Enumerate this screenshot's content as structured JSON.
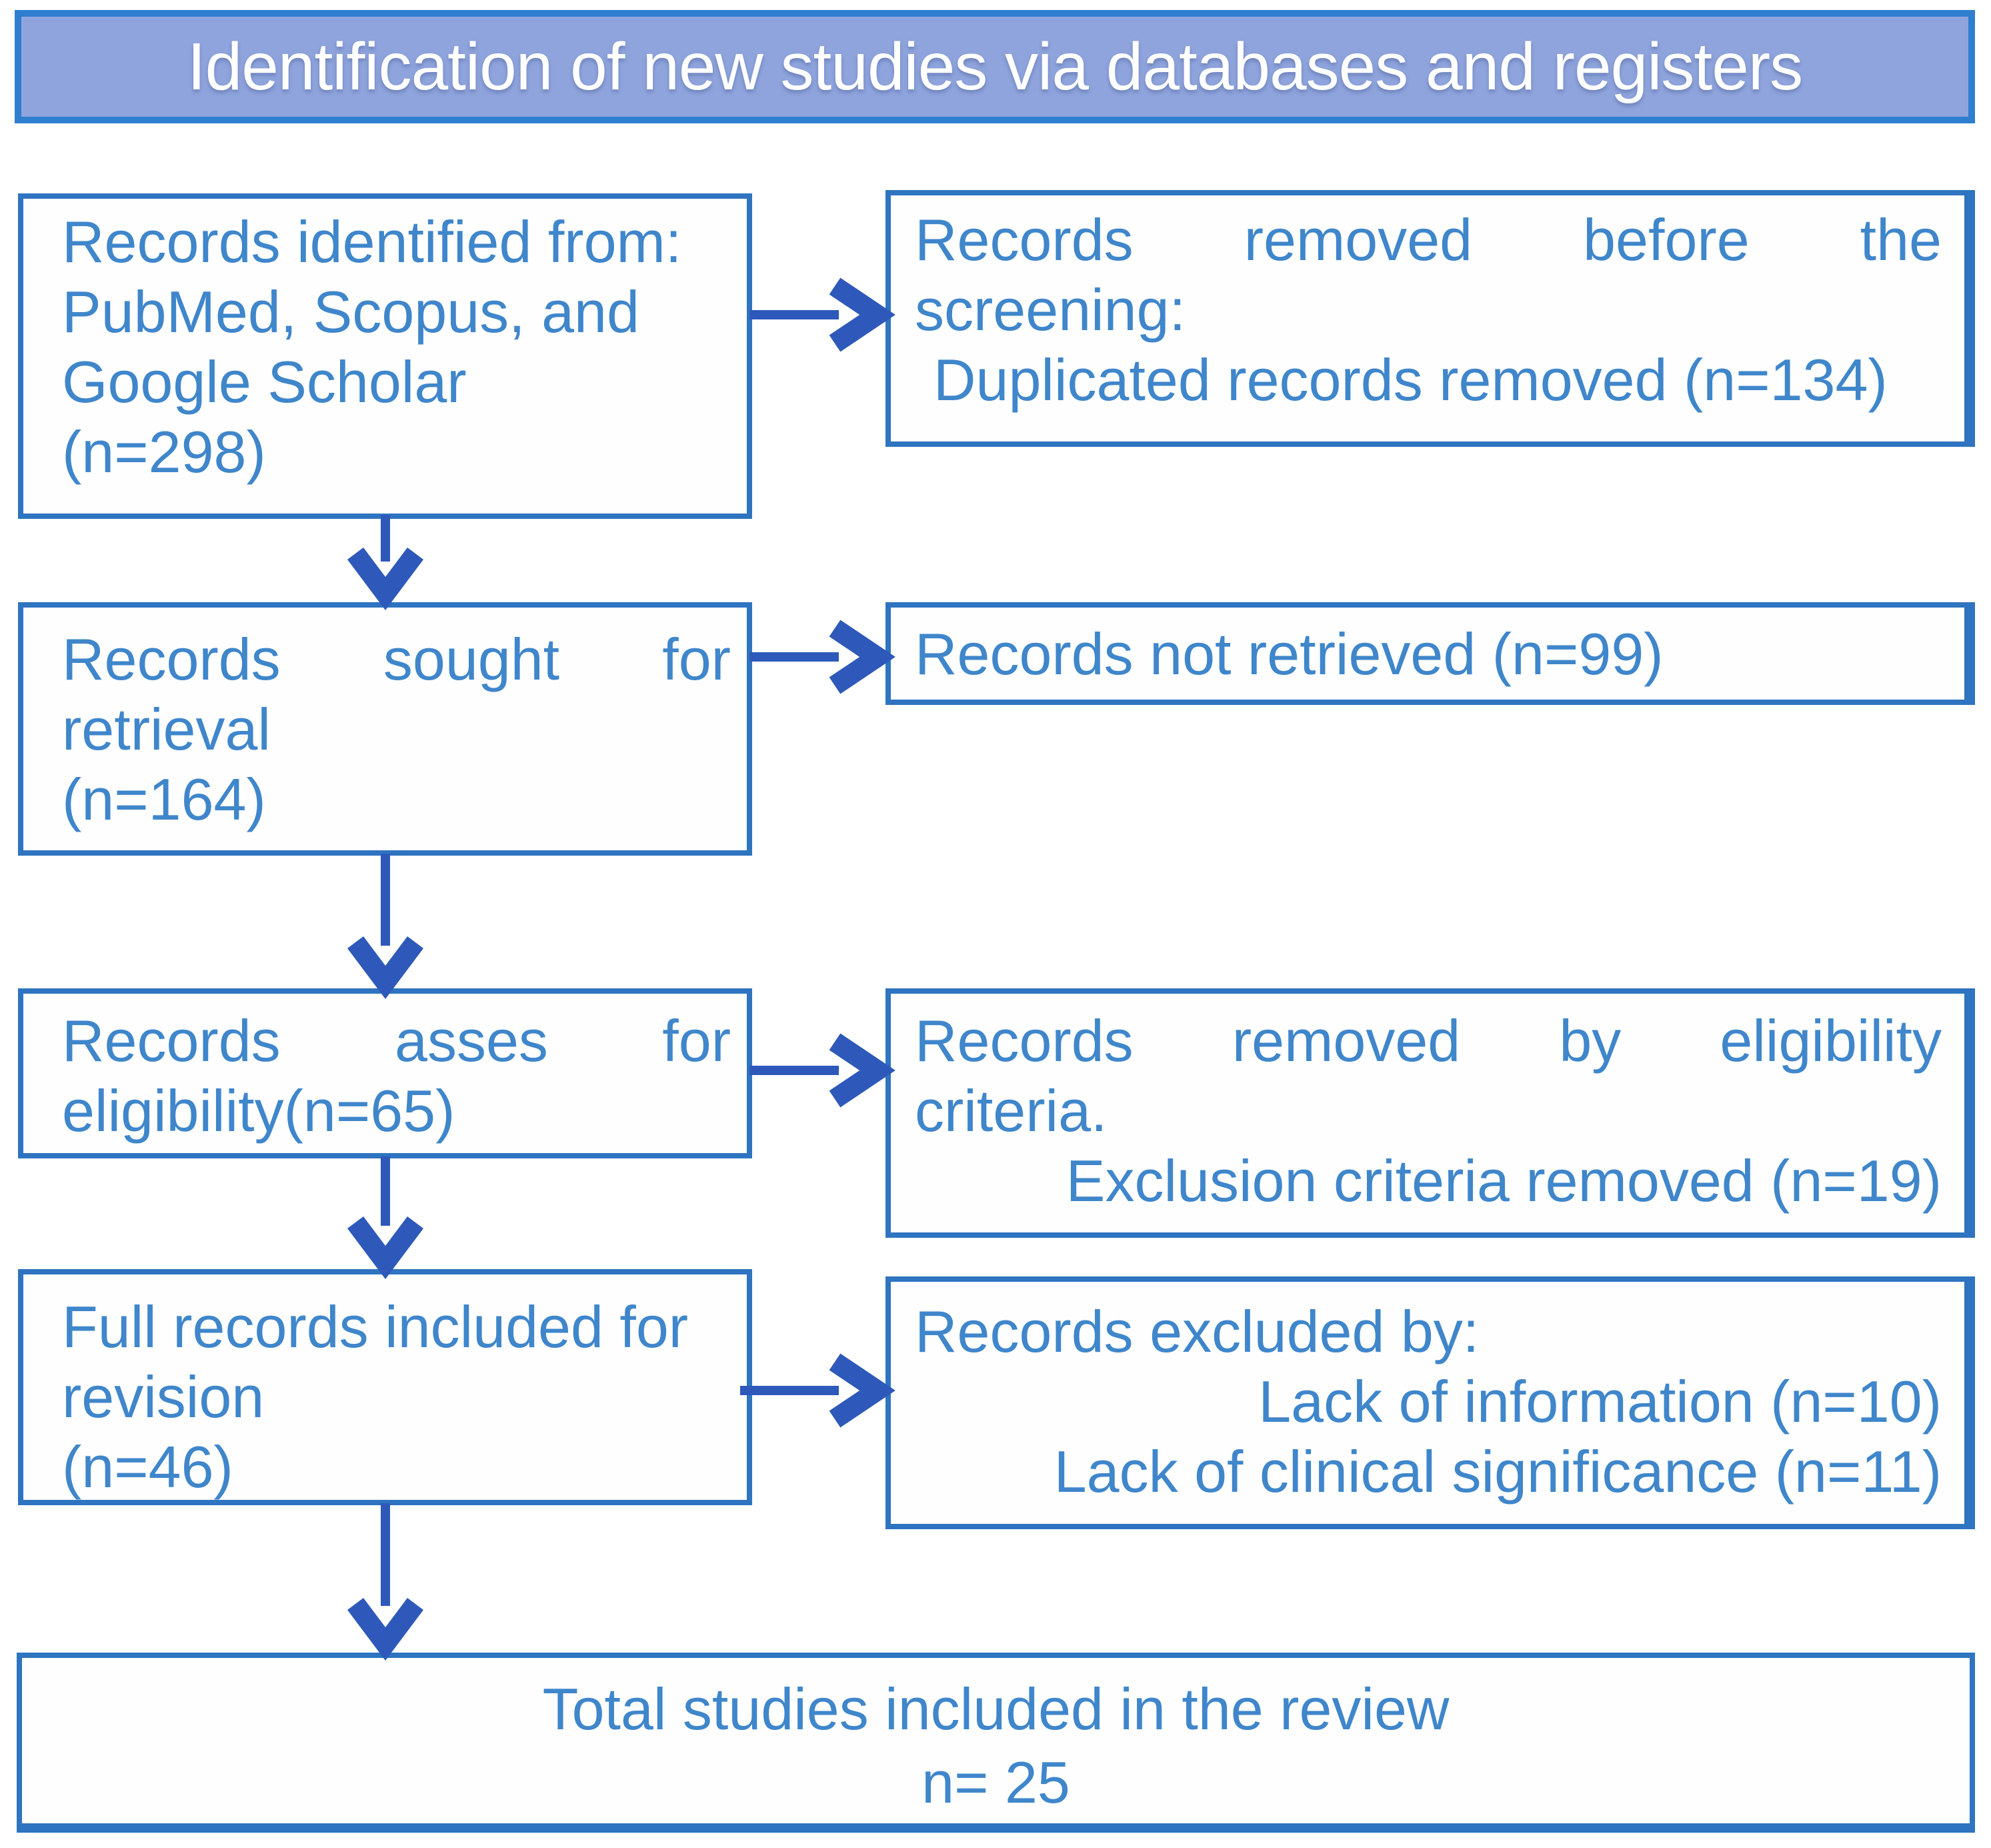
{
  "header": {
    "title": "Identification of new studies via databases and registers"
  },
  "flow": {
    "left": [
      {
        "name": "records-identified",
        "lines": [
          "Records identified from:",
          "PubMed, Scopus, and",
          "Google Scholar",
          "(n=298)"
        ]
      },
      {
        "name": "records-sought",
        "lines": [
          "Records sought for",
          "retrieval",
          "(n=164)"
        ]
      },
      {
        "name": "records-assessed",
        "lines": [
          "Records asses for",
          "eligibility(n=65)"
        ]
      },
      {
        "name": "full-records-included",
        "lines": [
          "Full records included for",
          "revision",
          "(n=46)"
        ]
      }
    ],
    "right": [
      {
        "name": "records-removed-before-screening",
        "lines": [
          "Records removed before the",
          "screening:",
          "Duplicated records removed (n=134)"
        ]
      },
      {
        "name": "records-not-retrieved",
        "lines": [
          "Records not retrieved (n=99)"
        ]
      },
      {
        "name": "records-removed-by-eligibility",
        "lines": [
          "Records removed by eligibility",
          "criteria.",
          "Exclusion criteria removed (n=19)"
        ]
      },
      {
        "name": "records-excluded",
        "lines": [
          "Records excluded by:",
          "Lack of information (n=10)",
          "Lack of clinical significance (n=11)"
        ]
      }
    ],
    "total": {
      "lines": [
        "Total studies included in the review",
        "n= 25"
      ]
    }
  },
  "colors": {
    "header_fill": "#8fa4dc",
    "header_border": "#2f7ecf",
    "header_text": "#ffffff",
    "box_border": "#2e74c0",
    "box_text": "#3f86cb",
    "arrow": "#2e59ba",
    "page_bg": "#ffffff"
  }
}
